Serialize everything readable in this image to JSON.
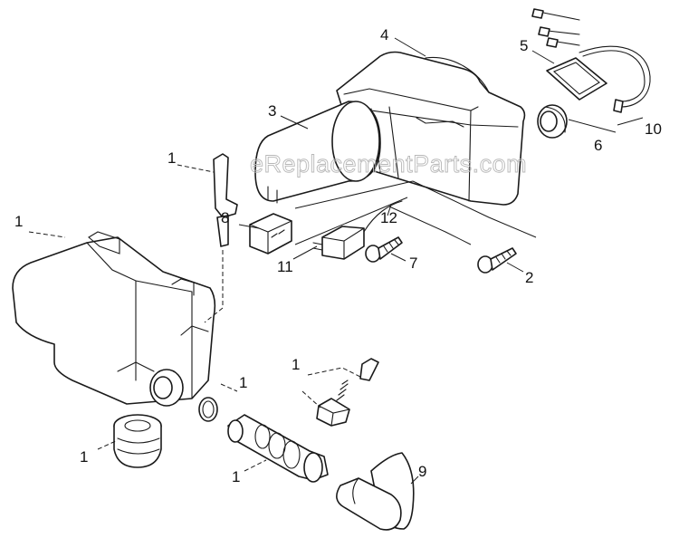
{
  "watermark": "eReplacementParts.com",
  "callouts": {
    "c1_a": "1",
    "c1_b": "1",
    "c1_c": "1",
    "c1_d": "1",
    "c1_e": "1",
    "c1_f": "1",
    "c2": "2",
    "c3": "3",
    "c4": "4",
    "c5": "5",
    "c6": "6",
    "c7": "7",
    "c8": "8",
    "c9": "9",
    "c10": "10",
    "c11": "11",
    "c12": "12"
  }
}
